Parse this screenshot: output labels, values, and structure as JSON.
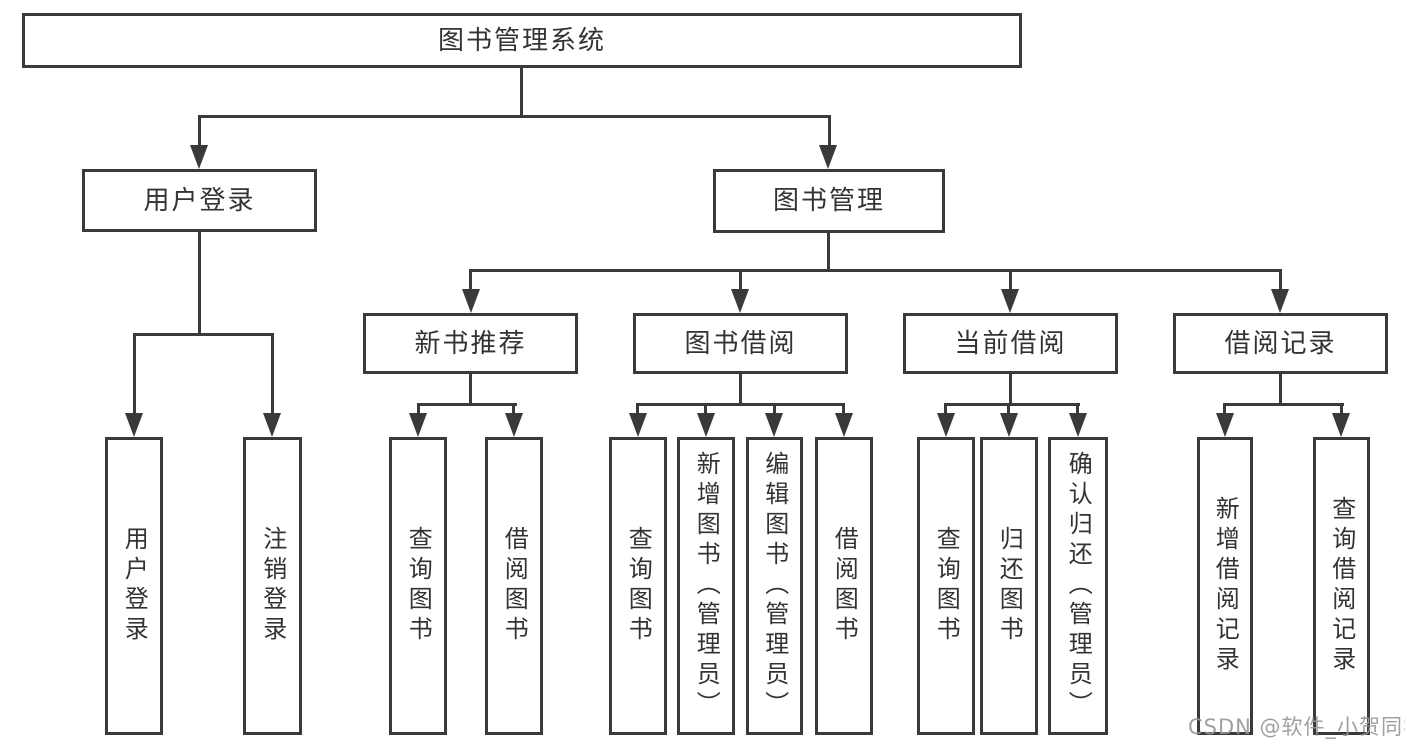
{
  "diagram": {
    "title": "图书管理系统",
    "level2": [
      {
        "label": "用户登录"
      },
      {
        "label": "图书管理"
      }
    ],
    "level3": [
      {
        "label": "新书推荐"
      },
      {
        "label": "图书借阅"
      },
      {
        "label": "当前借阅"
      },
      {
        "label": "借阅记录"
      }
    ],
    "leaves": {
      "user": [
        "用户登录",
        "注销登录"
      ],
      "recommend": [
        "查询图书",
        "借阅图书"
      ],
      "borrow": [
        "查询图书",
        "新增图书（管理员）",
        "编辑图书（管理员）",
        "借阅图书"
      ],
      "current": [
        "查询图书",
        "归还图书",
        "确认归还（管理员）"
      ],
      "records": [
        "新增借阅记录",
        "查询借阅记录"
      ]
    }
  },
  "watermark": {
    "text": "CSDN @软件_小贺同学"
  },
  "colors": {
    "line": "#3a3a3a",
    "text": "#333333",
    "watermark": "#989898",
    "background": "#ffffff"
  }
}
